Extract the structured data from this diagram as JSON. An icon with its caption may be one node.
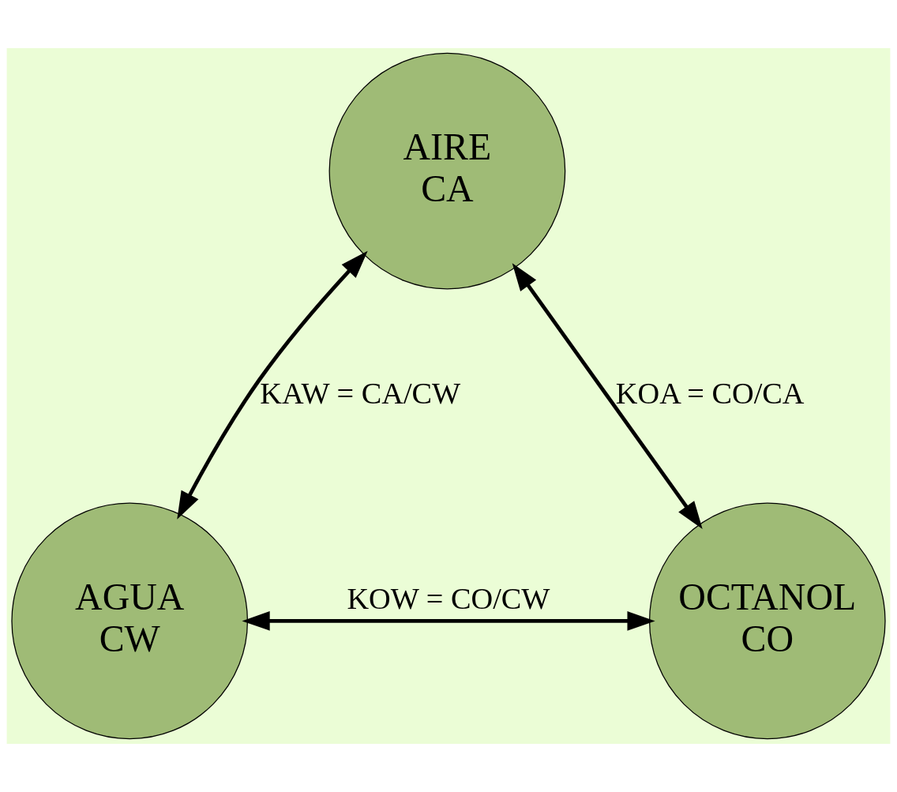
{
  "diagram": {
    "nodes": [
      {
        "text": [
          "AIRE",
          "CA"
        ]
      },
      {
        "text": [
          "AGUA",
          "CW"
        ]
      },
      {
        "text": [
          "OCTANOL",
          "CO"
        ]
      }
    ],
    "edges": [
      {
        "from": 0,
        "to": 1,
        "arrow": "both",
        "label": "KAW = CA/CW"
      },
      {
        "from": 0,
        "to": 2,
        "arrow": "both",
        "label": "KOA = CO/CA"
      },
      {
        "from": 1,
        "to": 2,
        "arrow": "both",
        "label": "KOW = CO/CW"
      }
    ]
  }
}
